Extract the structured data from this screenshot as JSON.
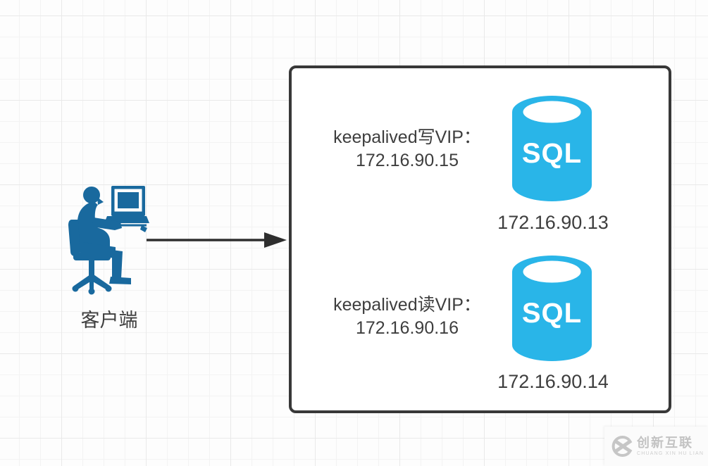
{
  "diagram": {
    "client": {
      "label": "客户端"
    },
    "server_group": {
      "nodes": [
        {
          "vip_label": "keepalived写VIP：",
          "vip_ip": "172.16.90.15",
          "icon_label": "SQL",
          "server_ip": "172.16.90.13"
        },
        {
          "vip_label": "keepalived读VIP：",
          "vip_ip": "172.16.90.16",
          "icon_label": "SQL",
          "server_ip": "172.16.90.14"
        }
      ]
    }
  },
  "watermark": {
    "brand_name": "创新互联",
    "brand_subtitle": "CHUANG XIN HU LIAN"
  },
  "colors": {
    "sql_icon_cyan": "#29b5e8",
    "client_icon_blue": "#19699e",
    "box_border": "#383838",
    "arrow": "#2e2e2e",
    "text": "#3e3e3e",
    "watermark_gray": "#c6c6c6"
  }
}
